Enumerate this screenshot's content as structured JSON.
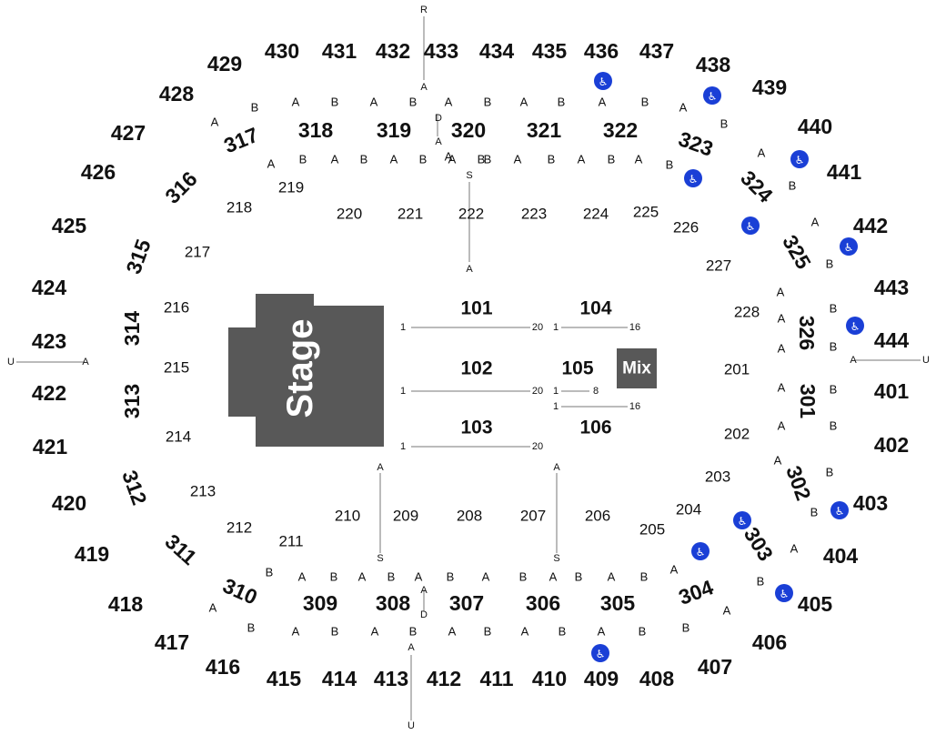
{
  "stage": {
    "label": "Stage"
  },
  "mix": {
    "label": "Mix"
  },
  "colors": {
    "stage": "#585858",
    "accessible": "#1a3fd6",
    "text": "#111111"
  },
  "sections_400": [
    "401",
    "402",
    "403",
    "404",
    "405",
    "406",
    "407",
    "408",
    "409",
    "410",
    "411",
    "412",
    "413",
    "414",
    "415",
    "416",
    "417",
    "418",
    "419",
    "420",
    "421",
    "422",
    "423",
    "424",
    "425",
    "426",
    "427",
    "428",
    "429",
    "430",
    "431",
    "432",
    "433",
    "434",
    "435",
    "436",
    "437",
    "438",
    "439",
    "440",
    "441",
    "442",
    "443",
    "444"
  ],
  "sections_300": [
    "301",
    "302",
    "303",
    "304",
    "305",
    "306",
    "307",
    "308",
    "309",
    "310",
    "311",
    "312",
    "313",
    "314",
    "315",
    "316",
    "317",
    "318",
    "319",
    "320",
    "321",
    "322",
    "323",
    "324",
    "325",
    "326"
  ],
  "sections_200": [
    "201",
    "202",
    "203",
    "204",
    "205",
    "206",
    "207",
    "208",
    "209",
    "210",
    "211",
    "212",
    "213",
    "214",
    "215",
    "216",
    "217",
    "218",
    "219",
    "220",
    "221",
    "222",
    "223",
    "224",
    "225",
    "226",
    "227",
    "228"
  ],
  "floor_sections": [
    "101",
    "102",
    "103",
    "104",
    "105",
    "106"
  ],
  "floor_row_labels": [
    "1",
    "20",
    "1",
    "16",
    "1",
    "20",
    "1",
    "8",
    "1",
    "16",
    "1",
    "20"
  ],
  "row_letters": [
    "R",
    "A",
    "D",
    "A",
    "S",
    "A",
    "U",
    "A",
    "U",
    "A",
    "A",
    "S",
    "A",
    "S",
    "A",
    "D",
    "A",
    "U"
  ],
  "aisle_row_letters": [
    "A",
    "B",
    "A",
    "B",
    "A",
    "B",
    "A",
    "B",
    "A",
    "B",
    "A",
    "B",
    "A",
    "B",
    "A",
    "B",
    "A",
    "B",
    "A",
    "B",
    "A",
    "B",
    "A",
    "B",
    "A",
    "B",
    "A",
    "B",
    "A",
    "B",
    "A",
    "B",
    "A",
    "B",
    "A",
    "B",
    "A",
    "B",
    "A",
    "B",
    "A",
    "B",
    "A",
    "B",
    "A",
    "B",
    "A",
    "B",
    "A",
    "B",
    "A",
    "B",
    "A",
    "B",
    "A",
    "B",
    "A",
    "B",
    "A",
    "B",
    "A",
    "B",
    "A",
    "B",
    "A",
    "B",
    "A",
    "B",
    "A",
    "B",
    "A",
    "B",
    "A",
    "B",
    "A",
    "B"
  ],
  "accessible_icon": {
    "icon": "wheelchair-icon",
    "glyph": "♿"
  }
}
